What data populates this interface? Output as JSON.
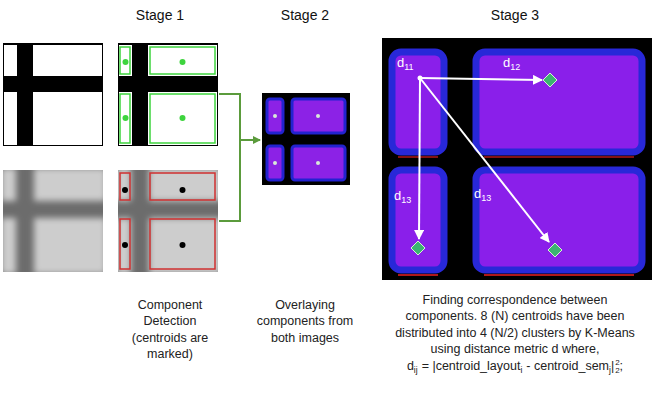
{
  "diagram": {
    "labels": [
      "Stage 1",
      "Stage 2",
      "Stage 3",
      "Component Detection (centroids are marked)",
      "Overlaying components from both images",
      "d",
      "11",
      "d",
      "12",
      "d",
      "13",
      "d",
      "13",
      "Finding correspondence between components. 8 (N) centroids have been distributed into 4 (N/2) clusters by K-Means using distance metric d where,",
      "d",
      "ij",
      "= |centroid_layout",
      "i",
      "- centroid_sem",
      "j",
      "|",
      "2",
      "2",
      ";"
    ]
  }
}
